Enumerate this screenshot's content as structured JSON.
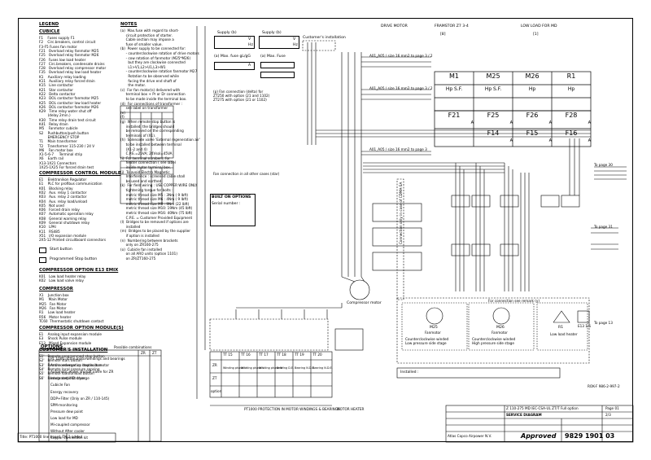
{
  "legend": {
    "title": "LEGEND",
    "cubicle_title": "CUBICLE",
    "cubicle_items": [
      "F1    Fuses supply F1",
      "F2    Circ.breakers, control circuit",
      "F3-F5 Fuses fan motor",
      "F21   Overload relay fanmotor M25",
      "F25   Overload relay fanmotor M26",
      "F26   Fuses low load heater",
      "F27   Circ.breakers, condensate drains",
      "F28   Overload relay compressor motor",
      "F35   Overload relay low load heater",
      "K1    Auxiliary relay loading",
      "K11   Auxiliary relay forced drain",
      "K15   Line contactor",
      "K21   Star contactor",
      "K22   Delta contactor",
      "K23   DOL contactor fanmotor M25",
      "K25   DOL contactor low load heater",
      "K26   DOL contactor fanmotor M26",
      "K29   Time relay water shut off",
      "        (delay 2min.)",
      "K30   Time relay drain test circuit",
      "K41   Relay drain",
      "M5    Fanmotor cubicle",
      "S2    Pushbutton/push button",
      "        EMERGENCY STOP",
      "T1    Main transformer",
      "T2    Transformer 115-230 / 24 V",
      "M6    Fan motor box",
      "X1-5-6-7     Terminal strip",
      "X6    Earth rail",
      "X13-1X21 Connectors",
      "1X25-1X25 For forced drain test"
    ],
    "control_title": "COMPRESSOR CONTROL MODULE",
    "control_items": [
      "E1    Elektronikon Regulator",
      "E1    PLC for profibus communication",
      "K01   Blocking relay",
      "K02   Aux. relay 1 contactor",
      "K03   Aux. relay 2 contactor",
      "K04   Aux. relay load/unload",
      "K05   Not used",
      "K06   Forced drain relay",
      "K07   Automatic operation relay",
      "K08   General warning relay",
      "K09   General shutdown relay",
      "K10   LPAI",
      "K11   RS485",
      "X51   I/O expansion module",
      "2X5-12 Printed circuitboard connectors"
    ],
    "start_button": "Start button",
    "prog_stop": "Programmed Stop button",
    "cont_e13_title": "COMPRESSOR OPTION E13 EMIX",
    "cont_e13": [
      "K01   Low load heater relay",
      "K02   Low load valve relay"
    ],
    "compressor_title": "COMPRESSOR",
    "compressor_items": [
      "X1    Junction box",
      "M1    Main Motor",
      "M25   Fan Motor",
      "M26   Fan Motor",
      "R1    Low load heater",
      "R56   Motor heater",
      "TC60  Thermostatic shutdown contact"
    ],
    "options_mod_title": "COMPRESSOR OPTION MODULE(S)",
    "options_mod": [
      "E1    Analog input expansion module",
      "E3    Shock Pulse module",
      "E13   Mixed Expansion module"
    ],
    "customer_title": "CUSTOMER'S INSTALLATION",
    "customer_items": [
      "S1'   Remote programmed stop button",
      "S2'   Remote start button",
      "S3'   Remote emergency stop button",
      "S4'   Remote local pressure sensing",
      "S5'   Remote load/unload button",
      "S6'   Remote setpoint change"
    ]
  },
  "notes": {
    "title": "NOTES",
    "items": [
      "(a)  Max.fuse with regard to short-",
      "     circuit protection of starter.",
      "     Cable section may impose a",
      "     fuse of smaller value.",
      "(b)  Power supply to be connected for:",
      "     - counterclockwise rotation of drive motors",
      "     - cow rotation of fanmotor (M25*M26)",
      "       but they are clockwise connected",
      "       L1>V1,L2>U1,L3>W1",
      "     - counterclockwise rotation fanmotor M27",
      "       Rotation to be observed while",
      "       facing the drive end shaft of",
      "       the motor.",
      "(c)  For fan motor(s) delivered with",
      "     terminal box + Pr or Dr connection",
      "     to be made inside the terminal box.",
      "(d)  For connections of transformer :",
      "     see label on transformer",
      "(e)",
      "(f)",
      "(g)  When remote stop button is",
      "     installed, the bridges should",
      "     be removed on the corresponding",
      "     terminals of (X1).",
      "(h)  Solenoide valve 'External regeneration air'",
      "     to be installed between terminal",
      "     (X1-2 and 4)",
      "     C.P.E.=25VA; 24Vsol=45VA",
      "(i)  For terminal numbers, for",
      "     heater connection ( see label",
      "     inside motor terminal box.",
      "(j)  To avoid Electro Magnetic",
      "     Interference : screened cable shall",
      "     be used and earthed.",
      "(k)  For field wiring : USE COPPER WIRE ONLY",
      "     tightening torque for bolts :",
      "     metric thread size M5 : 3Nm ( 9 lbft)",
      "     metric thread size M6 : 4Nm ( 9 lbft)",
      "     metric thread size M8 : 9Nm (22 lbft)",
      "     metric thread size M10: 19Nm (45 lbft)",
      "     metric thread size M16: 40Nm (75 lbft)",
      "     C.P.E. = Customer Provided Equipment",
      "(l)  Bridges to be removed if options are",
      "     installed",
      "(m)  Bridges to be placed by the supplier",
      "     if option is installed",
      "(n)  Numbering between brackets",
      "     only on ZR160-275",
      "(o)  Cubicle fan installed",
      "     on all ARO units (option 1101)",
      "     on ZR/ZT160-275"
    ]
  },
  "fan_conn": [
    "(p) Fan connection (delta) for",
    "    ZT250 with option (21 and 1102)",
    "    ZT275 with option (21 or 1102)"
  ],
  "fan_conn2": "Fan connection in all other cases (star)",
  "built_on": {
    "title": "BUILT ON OPTIONS",
    "serial": "Serial number :"
  },
  "supply_blocks": [
    {
      "title": "Supply (b)",
      "volt": "V",
      "hz": "Hz"
    },
    {
      "title": "Supply (b)",
      "volt": "V",
      "hz": "Hz"
    }
  ],
  "maxfuse": {
    "left": "(a) Max. fuse gL/gG",
    "right": "(a) Max. Fuse",
    "a": "A"
  },
  "top_labels": {
    "customer_install": "Customer's installation",
    "drive_motor": "DRIVE MOTOR",
    "framestor": "FRAMSTOR Z7 3-4",
    "lowload": "LOW LOAD FOR MD",
    "frame_num": "[8]",
    "lowload_num": "[1]"
  },
  "motor_table": {
    "row1": [
      "M1",
      "M25",
      "M26",
      "R1"
    ],
    "row2": [
      "Hp S.F.",
      "Hp S.F.",
      "Hp",
      "Hp"
    ],
    "row3": [
      "F21",
      "F25",
      "F26",
      "F28"
    ],
    "row4": [
      "A",
      "A",
      "A",
      "A"
    ],
    "row5": [
      "F14",
      "F15",
      "F16"
    ],
    "row6": [
      "A",
      "A",
      "A"
    ]
  },
  "wire_labels": [
    "A01_A05 / size 16 mm2 to page 3 / 2",
    "A01_A05 / size 16 mm2 to page 3 / 2",
    "A01_A05 / size 16 mm2 to page 3",
    "To page 30",
    "To page 31",
    "To page 13"
  ],
  "compressor_motor": "Compressor motor",
  "conn_fan_motors": "Connection only in case of CDMA-SA",
  "counter_conn": "For connection see remark (y)",
  "fan_blocks": [
    {
      "name": "M25",
      "sub": "Fanmotor",
      "cap": "Counterclockwise winded\nLow pressure side stage"
    },
    {
      "name": "M26",
      "sub": "Fanmotor",
      "cap": "Counterclockwise winded\nHigh pressure side stage"
    }
  ],
  "heater": {
    "name": "R1",
    "cap": "Low load heater"
  },
  "r_box": "E13 1/5",
  "bottom_right": {
    "title1": "Z 110-275 MD IEC-CSA-UL ZT/T Full option",
    "title2": "SERVICE DIAGRAM",
    "sheet": "2/3",
    "approved": "Approved",
    "number": "9829 1901 03",
    "code": "ROK-F 986-2-997-2",
    "company": "Atlas Copco Airpower N.V.",
    "page_label": "Page 01"
  },
  "installed": "Installed :",
  "ptc_table": {
    "title": "PT1000 PROTECTION IN MOTOR WINDINGS & BEARINGS",
    "motor_heater": "MOTOR HEATER",
    "cols": [
      "TT 15",
      "TT 16",
      "TT 17",
      "TT 18",
      "TT 19",
      "TT 20"
    ],
    "row_labels": [
      "ZR",
      "ZT",
      "option"
    ],
    "sub": [
      "Winding phase U",
      "Winding phase V",
      "Winding phase W",
      "Bearing D.E.",
      "Bearing N.D.E.",
      "Bearing N.D.E."
    ]
  },
  "options": {
    "title": "OPTIONS",
    "combo": "Possible combinations",
    "cols": [
      "ZR",
      "ZT"
    ],
    "items": [
      "PT 1000 in the motorwindings and bearings",
      "Anti-condensation heater in motor",
      "Automatic water shutoff valve for ZR",
      "Integrated MD dryer",
      "Cubicle Fan",
      "Energy recovery",
      "DDP+Filter (Only on ZR / 110-145)",
      "SPM-monitoring",
      "Pressure dew point",
      "Low load for MD",
      "Mi-coupled compressor",
      "Without After cooler",
      "Copper connection kit"
    ]
  },
  "footer_small": "Title: PT1000 line board, TM 2 added"
}
